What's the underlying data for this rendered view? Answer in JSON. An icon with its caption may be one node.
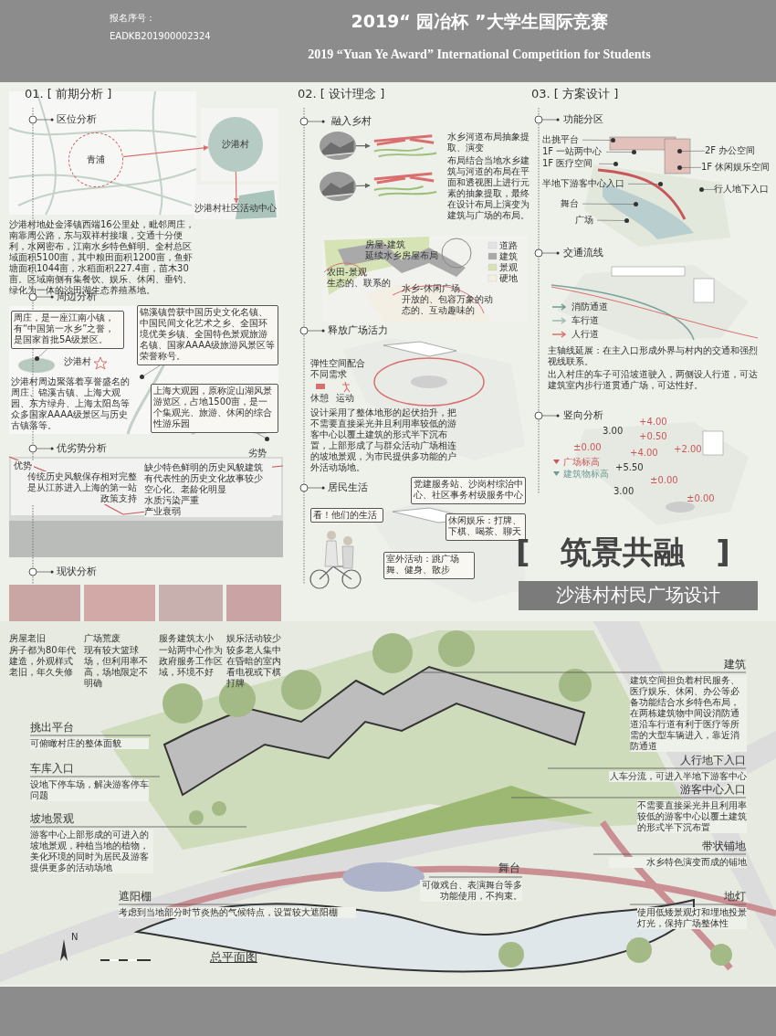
{
  "diagram": {
    "title": "2019“ 园冶杯 ”大学生国际竞赛",
    "nodes": [
      {
        "text": [
          "青浦"
        ]
      },
      {
        "text": [
          "沙港村"
        ]
      },
      {
        "text": [
          "沙港村社区活动中心"
        ]
      },
      {
        "text": [
          "周庄，是一座江南小镇，有“中国第一水乡”之誉，是国家首批5A级景区。"
        ]
      },
      {
        "text": [
          "锦溪镇曾获中国历史文化名镇、中国民间文化艺术之乡、全国环境优美乡镇、全国特色景观旅游名镇、国家AAAA级旅游风景区等荣誉称号。"
        ]
      },
      {
        "text": [
          "上海大观园，原称淀山湖风景游览区，占地1500亩，是一个集观光、旅游、休闲的综合性游乐园"
        ]
      },
      {
        "text": [
          "看！他们的生活"
        ]
      },
      {
        "text": [
          "党建服务站、沙岗村综治中心、社区事务村级服务中心"
        ]
      },
      {
        "text": [
          "休闲娱乐：打牌、下棋、喝茶、聊天"
        ]
      },
      {
        "text": [
          "室外活动：跳广场舞、健身、散步"
        ]
      },
      {
        "text": [],
        "shape": "picture"
      },
      {
        "text": [],
        "shape": "picture"
      },
      {
        "text": [],
        "shape": "picture"
      },
      {
        "text": [],
        "shape": "picture"
      },
      {
        "text": [
          "出挑平台"
        ]
      },
      {
        "text": [
          "1F 一站两中心"
        ]
      },
      {
        "text": [
          "1F 医疗空间"
        ]
      },
      {
        "text": [
          "半地下游客中心入口"
        ]
      },
      {
        "text": [
          "舞台"
        ]
      },
      {
        "text": [
          "广场"
        ]
      },
      {
        "text": [
          "2F 办公空间"
        ]
      },
      {
        "text": [
          "1F 休闲娱乐空间"
        ]
      },
      {
        "text": [
          "行人地下入口"
        ]
      },
      {
        "text": [],
        "shape": "circle"
      },
      {
        "text": [],
        "shape": "circle"
      },
      {
        "text": [],
        "shape": "circle"
      },
      {
        "text": [],
        "shape": "circle"
      },
      {
        "text": [],
        "shape": "circle"
      },
      {
        "text": [],
        "shape": "circle"
      },
      {
        "text": [],
        "shape": "circle"
      },
      {
        "text": [],
        "shape": "circle"
      },
      {
        "text": [],
        "shape": "circle"
      },
      {
        "text": [],
        "shape": "circle"
      },
      {
        "text": [],
        "shape": "circle"
      },
      {
        "text": [],
        "shape": "circle"
      }
    ],
    "edges": [
      {
        "from": 0,
        "to": 1,
        "arrow": "to",
        "color": "#d9706f"
      },
      {
        "from": 1,
        "to": 2,
        "arrow": "to",
        "color": "#d9706f"
      },
      {
        "from": 10,
        "to": 11,
        "arrow": "to"
      },
      {
        "from": 12,
        "to": 13,
        "arrow": "to"
      },
      {
        "from": 3,
        "to": 23,
        "arrow": "none"
      },
      {
        "from": 4,
        "to": 24,
        "arrow": "none"
      },
      {
        "from": 5,
        "to": 25,
        "arrow": "none"
      },
      {
        "from": 14,
        "to": 26,
        "arrow": "none"
      },
      {
        "from": 15,
        "to": 27,
        "arrow": "none"
      },
      {
        "from": 16,
        "to": 28,
        "arrow": "none"
      },
      {
        "from": 17,
        "to": 29,
        "arrow": "none"
      },
      {
        "from": 18,
        "to": 30,
        "arrow": "none"
      },
      {
        "from": 19,
        "to": 31,
        "arrow": "none"
      },
      {
        "from": 20,
        "to": 32,
        "arrow": "none"
      },
      {
        "from": 21,
        "to": 33,
        "arrow": "none"
      },
      {
        "from": 22,
        "to": 34,
        "arrow": "none"
      }
    ],
    "labels": [
      "报名序号：",
      "EADKB201900002324",
      "2019 “Yuan Ye Award” International Competition for  Students",
      "01. [ 前期分析 ]",
      "区位分析",
      "沙港村地处金泽镇西端16公里处，毗邻周庄，南靠周公路，东与双祥村接壤，交通十分便利，水网密布，江南水乡特色鲜明。全村总区域面积5100亩，其中粮田面积1200亩，鱼虾塘面积1044亩，水稻面积227.4亩，苗木30亩。区域南侧有集餐饮、娱乐、休闲、垂钓、绿化为一体的沙田湖生态养殖基地。",
      "周边分析",
      "沙港村",
      "沙港村周边聚落着享誉盛名的周庄、锦溪古镇、上海大观园、东方绿舟、上海太阳岛等众多国家AAAA级景区与历史古镇落等。",
      "优劣势分析",
      "优势",
      "传统历史风貌保存相对完整",
      "是从江苏进入上海的第一站",
      "政策支持",
      "缺少特色鲜明的历史风貌建筑",
      "有代表性的历史文化故事较少",
      "空心化、老龄化明显",
      "水质污染严重",
      "产业衰弱",
      "劣势",
      "现状分析",
      "房屋老旧",
      "房子都为80年代建造，外观样式老旧，年久失修",
      "广场荒废",
      "现有较大篮球场，但利用率不高，场地限定不明确",
      "服务建筑太小",
      "一站两中心作为政府服务工作区域，环境不好",
      "娱乐活动较少",
      "较多老人集中在昏暗的室内看电视或下棋打牌",
      "02. [ 设计理念 ]",
      "融入乡村",
      "水乡河道布局抽象提取、演变",
      "布局结合当地水乡建筑与河道的布局在平面和透视图上进行元素的抽象提取，最终在设计布局上演变为建筑与广场的布局。",
      "房屋-建筑",
      "延续水乡房屋布局",
      "农田-景观",
      "生态的、联系的",
      "水乡-休闲广场",
      "开放的、包容万象的动态的、互动趣味的",
      "释放广场活力",
      "弹性空间配合不同需求",
      "休憩",
      "运动",
      "设计采用了整体地形的起伏抬升，把不需要直接采光并且利用率较低的游客中心以覆土建筑的形式半下沉布置，上部形成了与群众活动广场相连的坡地景观，为市民提供多功能的户外活动场地。",
      "居民生活",
      "03. [ 方案设计 ]",
      "功能分区",
      "交通流线",
      "主轴线延展：在主入口形成外界与村内的交通和强烈视线联系。",
      "出入村庄的车子可沿坡道驶入，两侧设人行道，可达建筑室内步行道贯通广场，可达性好。",
      "竖向分析",
      "3.00",
      "+4.00",
      "+0.50",
      "±0.00",
      "+4.00",
      "+2.00",
      "+5.50",
      "±0.00",
      "3.00",
      "±0.00",
      "[ 筑景共融 ]",
      "沙港村村民广场设计",
      "挑出平台",
      "可俯瞰村庄的整体面貌",
      "车库入口",
      "设地下停车场，解决游客停车问题",
      "坡地景观",
      "游客中心上部形成的可进入的坡地景观，种植当地的植物，美化环境的同时为居民及游客提供更多的活动场地",
      "遮阳棚",
      "考虑到当地部分时节炎热的气候特点，设置较大遮阳棚",
      "总平面图",
      "建筑",
      "建筑空间担负着村民服务、医疗娱乐、休闲、办公等必备功能结合水乡特色布局，在两栋建筑物中间设消防通道沿车行道有利于医疗等所需的大型车辆进入，靠近消防通道",
      "人行地下入口",
      "人车分流，可进入半地下游客中心",
      "游客中心入口",
      "不需要直接采光并且利用率较低的游客中心以覆土建筑的形式半下沉布置",
      "带状铺地",
      "水乡特色演变而成的铺地",
      "地灯",
      "使用低矮景观灯和埋地投景灯光，保持广场整体性",
      "舞台",
      "可做戏台、表演舞台等多功能使用，不拘束。",
      "N"
    ],
    "legend": [
      {
        "text": "道路",
        "color": "#e3e3e3"
      },
      {
        "text": "建筑",
        "color": "#a9a9a9"
      },
      {
        "text": "景观",
        "color": "#d5e3b5"
      },
      {
        "text": "硬地",
        "color": "#f3efe4"
      },
      {
        "text": "消防通道"
      },
      {
        "text": "车行道"
      },
      {
        "text": "人行道"
      },
      {
        "text": "广场标高"
      },
      {
        "text": "建筑物标高"
      }
    ]
  }
}
